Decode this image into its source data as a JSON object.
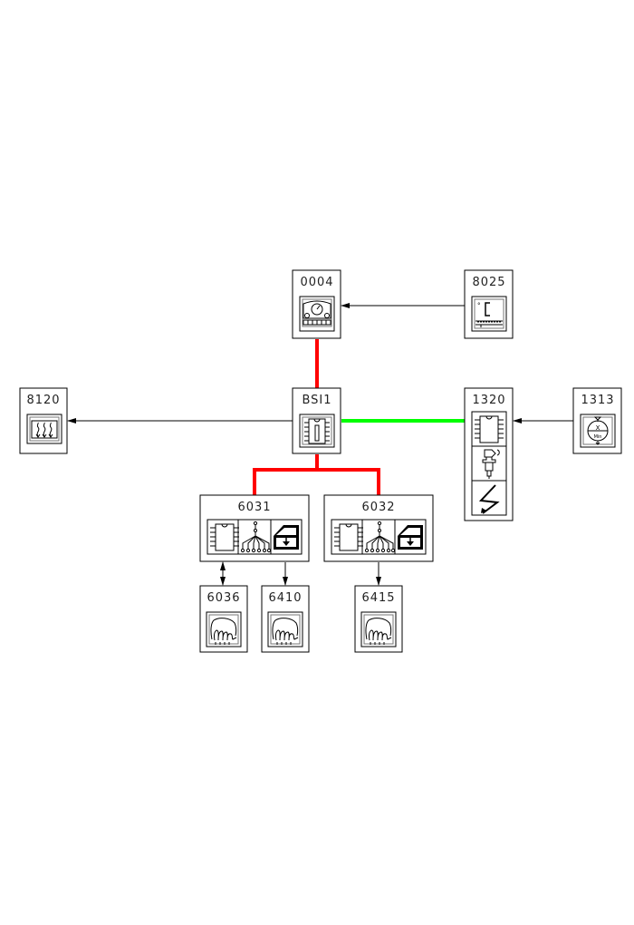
{
  "diagram": {
    "title": "",
    "nodes": {
      "n0004": {
        "id": "0004",
        "icon": "instrument-panel-icon"
      },
      "n8025": {
        "id": "8025",
        "icon": "climate-control-panel-icon"
      },
      "n8120": {
        "id": "8120",
        "icon": "rear-window-heater-icon"
      },
      "nBSI1": {
        "id": "BSI1",
        "icon": "ecu-chip-icon"
      },
      "n1320": {
        "id": "1320",
        "icons": [
          "ecu-chip-icon",
          "fuel-injector-icon",
          "ignition-icon"
        ]
      },
      "n1313": {
        "id": "1313",
        "icon": "engine-speed-sensor-icon"
      },
      "n6031": {
        "id": "6031",
        "icons": [
          "ecu-chip-icon",
          "multiplex-network-icon",
          "door-window-motor-icon"
        ]
      },
      "n6032": {
        "id": "6032",
        "icons": [
          "ecu-chip-icon",
          "multiplex-network-icon",
          "door-window-motor-icon"
        ]
      },
      "n6036": {
        "id": "6036",
        "icon": "control-switch-icon"
      },
      "n6410": {
        "id": "6410",
        "icon": "control-switch-icon"
      },
      "n6415": {
        "id": "6415",
        "icon": "control-switch-icon"
      }
    },
    "links": [
      {
        "from": "8025",
        "to": "0004",
        "type": "wire",
        "direction": "to"
      },
      {
        "from": "BSI1",
        "to": "8120",
        "type": "wire",
        "direction": "to"
      },
      {
        "from": "1313",
        "to": "1320",
        "type": "wire",
        "direction": "to"
      },
      {
        "from": "0004",
        "to": "BSI1",
        "type": "bus",
        "color": "#ff0000"
      },
      {
        "from": "BSI1",
        "to": "1320",
        "type": "bus",
        "color": "#00ff00"
      },
      {
        "from": "BSI1",
        "to": "6031",
        "type": "bus",
        "color": "#ff0000"
      },
      {
        "from": "BSI1",
        "to": "6032",
        "type": "bus",
        "color": "#ff0000"
      },
      {
        "from": "6031",
        "to": "6036",
        "type": "wire",
        "direction": "both"
      },
      {
        "from": "6031",
        "to": "6410",
        "type": "wire",
        "direction": "to"
      },
      {
        "from": "6032",
        "to": "6415",
        "type": "wire",
        "direction": "to"
      }
    ],
    "colors": {
      "bus_red": "#ff0000",
      "bus_green": "#00ff00",
      "wire": "#000000"
    }
  }
}
